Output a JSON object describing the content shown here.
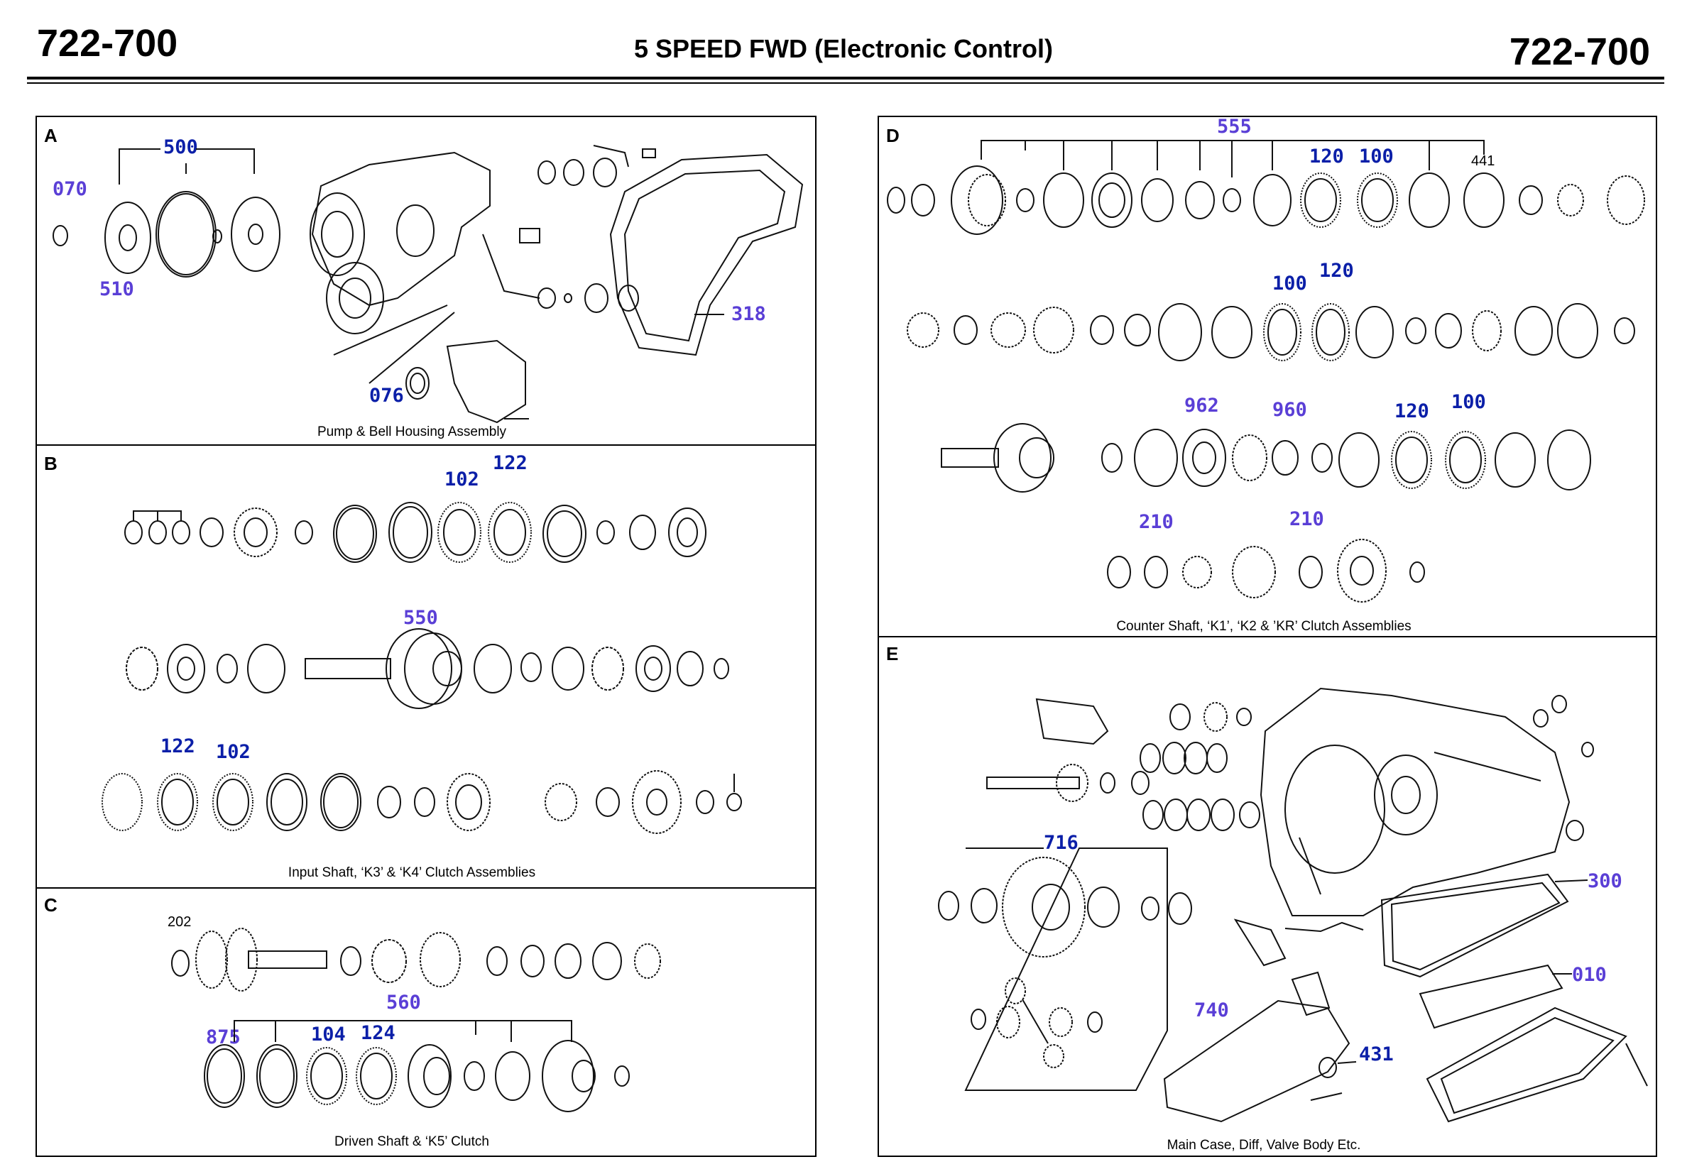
{
  "header": {
    "code_left": "722-700",
    "title": "5 SPEED FWD (Electronic Control)",
    "code_right": "722-700"
  },
  "panels": {
    "A": {
      "label": "A",
      "caption": "Pump & Bell Housing Assembly",
      "callouts": [
        "500",
        "070",
        "510",
        "318",
        "076"
      ]
    },
    "B": {
      "label": "B",
      "caption": "Input Shaft, ‘K3’ & ‘K4’ Clutch Assemblies",
      "callouts": [
        "102",
        "122",
        "550",
        "122",
        "102"
      ]
    },
    "C": {
      "label": "C",
      "caption": "Driven Shaft & ‘K5’ Clutch",
      "callouts": [
        "202",
        "560",
        "875",
        "104",
        "124"
      ]
    },
    "D": {
      "label": "D",
      "caption": "Counter Shaft, ‘K1’, ‘K2 & ’KR’ Clutch Assemblies",
      "callouts": [
        "555",
        "120",
        "100",
        "441",
        "100",
        "120",
        "962",
        "960",
        "120",
        "100",
        "210",
        "210"
      ]
    },
    "E": {
      "label": "E",
      "caption": "Main Case, Diff, Valve Body Etc.",
      "callouts": [
        "716",
        "300",
        "010",
        "740",
        "431"
      ]
    }
  },
  "colors": {
    "callout_dark": "#0b1fa8",
    "callout_light": "#5a3fd6",
    "line": "#000000"
  }
}
